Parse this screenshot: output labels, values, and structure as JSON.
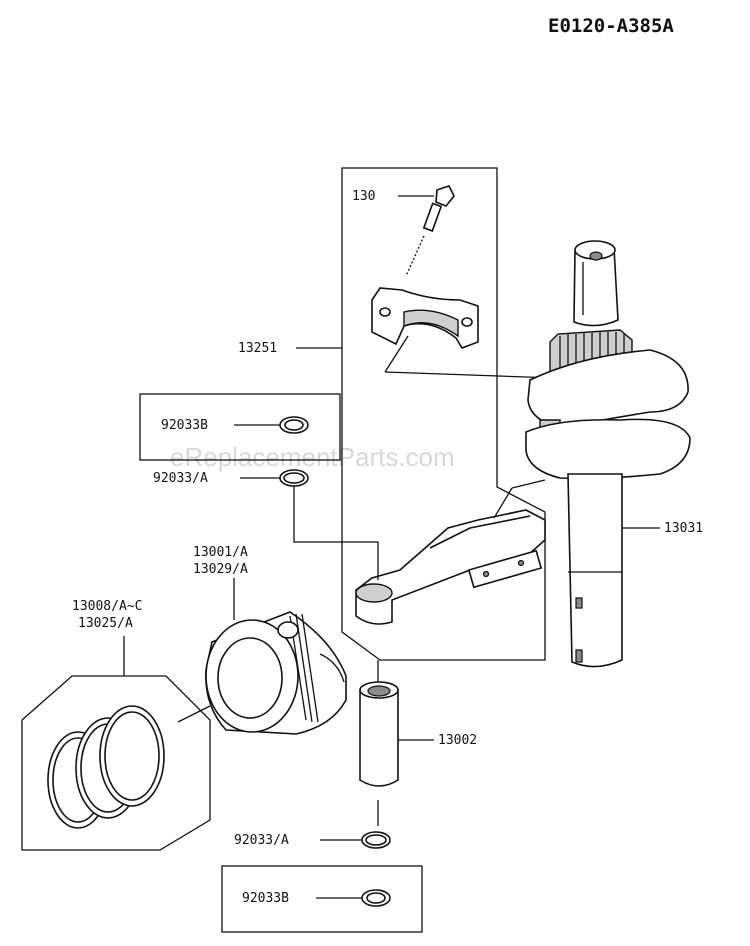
{
  "diagram_code": "E0120-A385A",
  "watermark": "eReplacementParts.com",
  "labels": {
    "bolt": "130",
    "con_rod_assy": "13251",
    "circlip_box_top": "92033B",
    "circlip_top": "92033/A",
    "crankshaft": "13031",
    "piston_line1": "13001/A",
    "piston_line2": "13029/A",
    "rings_line1": "13008/A~C",
    "rings_line2": "13025/A",
    "pin": "13002",
    "circlip_bottom": "92033/A",
    "circlip_box_bottom": "92033B"
  }
}
